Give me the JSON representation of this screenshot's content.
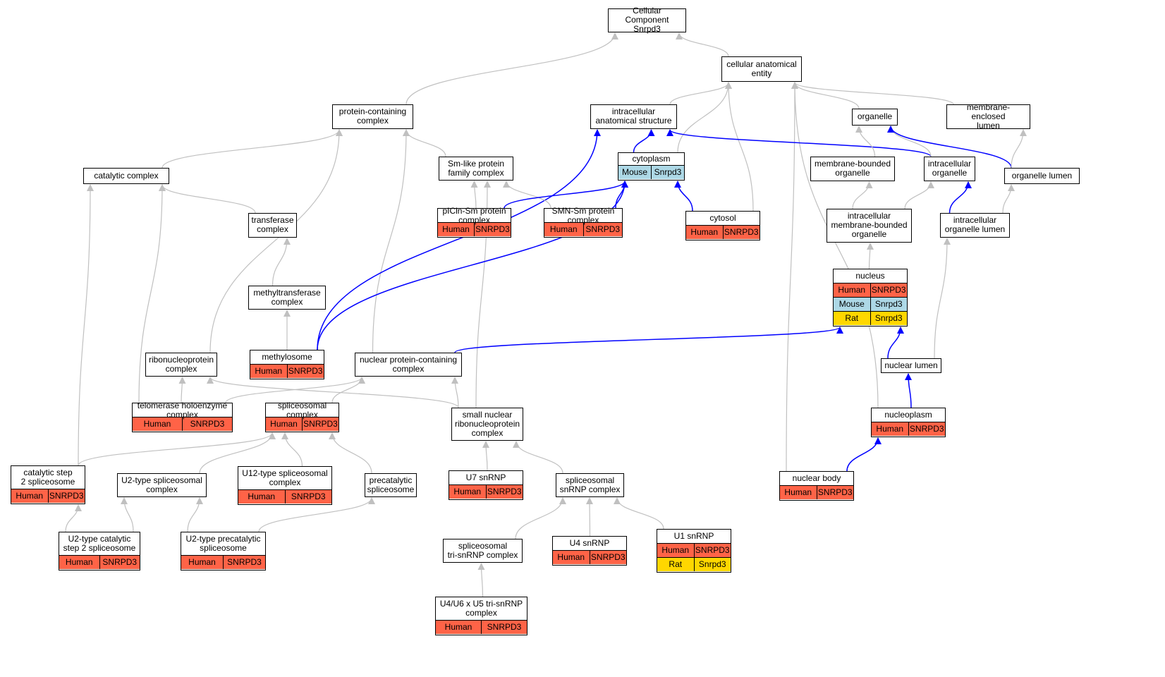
{
  "colors": {
    "gray_edge": "#c0c0c0",
    "blue_edge": "#0000ff",
    "human": "#ff6347",
    "mouse": "#add8e6",
    "rat": "#ffd700"
  },
  "nodes": {
    "root": {
      "label": "Cellular Component\nSnrpd3",
      "rows": []
    },
    "cae": {
      "label": "cellular anatomical\nentity",
      "rows": []
    },
    "pcc": {
      "label": "protein-containing\ncomplex",
      "rows": []
    },
    "ias": {
      "label": "intracellular\nanatomical structure",
      "rows": []
    },
    "org": {
      "label": "organelle",
      "rows": []
    },
    "mel": {
      "label": "membrane-enclosed\nlumen",
      "rows": []
    },
    "cat": {
      "label": "catalytic complex",
      "rows": []
    },
    "sml": {
      "label": "Sm-like protein\nfamily complex",
      "rows": []
    },
    "cyto": {
      "label": "cytoplasm",
      "rows": [
        [
          "Mouse",
          "Snrpd3",
          "mouse"
        ]
      ]
    },
    "mbo": {
      "label": "membrane-bounded\norganelle",
      "rows": []
    },
    "io": {
      "label": "intracellular\norganelle",
      "rows": []
    },
    "ol": {
      "label": "organelle lumen",
      "rows": []
    },
    "tc": {
      "label": "transferase\ncomplex",
      "rows": []
    },
    "picln": {
      "label": "pICln-Sm protein\ncomplex",
      "rows": [
        [
          "Human",
          "SNRPD3",
          "human"
        ]
      ]
    },
    "smn": {
      "label": "SMN-Sm protein\ncomplex",
      "rows": [
        [
          "Human",
          "SNRPD3",
          "human"
        ]
      ]
    },
    "cytosol": {
      "label": "cytosol",
      "rows": [
        [
          "Human",
          "SNRPD3",
          "human"
        ]
      ]
    },
    "imbo": {
      "label": "intracellular\nmembrane-bounded\norganelle",
      "rows": []
    },
    "iol": {
      "label": "intracellular\norganelle lumen",
      "rows": []
    },
    "mtc": {
      "label": "methyltransferase\ncomplex",
      "rows": []
    },
    "nucleus": {
      "label": "nucleus",
      "rows": [
        [
          "Human",
          "SNRPD3",
          "human"
        ],
        [
          "Mouse",
          "Snrpd3",
          "mouse"
        ],
        [
          "Rat",
          "Snrpd3",
          "rat"
        ]
      ]
    },
    "mthl": {
      "label": "methylosome",
      "rows": [
        [
          "Human",
          "SNRPD3",
          "human"
        ]
      ]
    },
    "rnp": {
      "label": "ribonucleoprotein\ncomplex",
      "rows": []
    },
    "npc": {
      "label": "nuclear protein-containing\ncomplex",
      "rows": []
    },
    "nl": {
      "label": "nuclear lumen",
      "rows": []
    },
    "tel": {
      "label": "telomerase holoenzyme\ncomplex",
      "rows": [
        [
          "Human",
          "SNRPD3",
          "human"
        ]
      ]
    },
    "spl": {
      "label": "spliceosomal\ncomplex",
      "rows": [
        [
          "Human",
          "SNRPD3",
          "human"
        ]
      ]
    },
    "snrnp": {
      "label": "small nuclear\nribonucleoprotein\ncomplex",
      "rows": []
    },
    "np": {
      "label": "nucleoplasm",
      "rows": [
        [
          "Human",
          "SNRPD3",
          "human"
        ]
      ]
    },
    "cs2": {
      "label": "catalytic step\n2 spliceosome",
      "rows": [
        [
          "Human",
          "SNRPD3",
          "human"
        ]
      ]
    },
    "u2s": {
      "label": "U2-type spliceosomal\ncomplex",
      "rows": []
    },
    "u12": {
      "label": "U12-type spliceosomal\ncomplex",
      "rows": [
        [
          "Human",
          "SNRPD3",
          "human"
        ]
      ]
    },
    "pcs": {
      "label": "precatalytic\nspliceosome",
      "rows": []
    },
    "u7": {
      "label": "U7 snRNP",
      "rows": [
        [
          "Human",
          "SNRPD3",
          "human"
        ]
      ]
    },
    "ssc": {
      "label": "spliceosomal\nsnRNP complex",
      "rows": []
    },
    "nb": {
      "label": "nuclear body",
      "rows": [
        [
          "Human",
          "SNRPD3",
          "human"
        ]
      ]
    },
    "u2cs": {
      "label": "U2-type catalytic\nstep 2 spliceosome",
      "rows": [
        [
          "Human",
          "SNRPD3",
          "human"
        ]
      ]
    },
    "u2ps": {
      "label": "U2-type precatalytic\nspliceosome",
      "rows": [
        [
          "Human",
          "SNRPD3",
          "human"
        ]
      ]
    },
    "tri": {
      "label": "spliceosomal\ntri-snRNP complex",
      "rows": []
    },
    "u4": {
      "label": "U4 snRNP",
      "rows": [
        [
          "Human",
          "SNRPD3",
          "human"
        ]
      ]
    },
    "u1": {
      "label": "U1 snRNP",
      "rows": [
        [
          "Human",
          "SNRPD3",
          "human"
        ],
        [
          "Rat",
          "Snrpd3",
          "rat"
        ]
      ]
    },
    "u4u6": {
      "label": "U4/U6 x U5 tri-snRNP\ncomplex",
      "rows": [
        [
          "Human",
          "SNRPD3",
          "human"
        ]
      ]
    }
  },
  "edges": [
    {
      "from": "cae",
      "to": "root",
      "type": "gray"
    },
    {
      "from": "pcc",
      "to": "root",
      "type": "gray"
    },
    {
      "from": "ias",
      "to": "cae",
      "type": "gray"
    },
    {
      "from": "org",
      "to": "cae",
      "type": "gray"
    },
    {
      "from": "mel",
      "to": "cae",
      "type": "gray"
    },
    {
      "from": "cyto",
      "to": "cae",
      "type": "gray"
    },
    {
      "from": "cytosol",
      "to": "cae",
      "type": "gray"
    },
    {
      "from": "nb",
      "to": "cae",
      "type": "gray"
    },
    {
      "from": "np",
      "to": "cae",
      "type": "gray"
    },
    {
      "from": "cat",
      "to": "pcc",
      "type": "gray"
    },
    {
      "from": "sml",
      "to": "pcc",
      "type": "gray"
    },
    {
      "from": "rnp",
      "to": "pcc",
      "type": "gray"
    },
    {
      "from": "npc",
      "to": "pcc",
      "type": "gray"
    },
    {
      "from": "cyto",
      "to": "ias",
      "type": "blue"
    },
    {
      "from": "io",
      "to": "ias",
      "type": "blue"
    },
    {
      "from": "mthl",
      "to": "ias",
      "type": "blue"
    },
    {
      "from": "mbo",
      "to": "org",
      "type": "gray"
    },
    {
      "from": "io",
      "to": "org",
      "type": "gray"
    },
    {
      "from": "ol",
      "to": "org",
      "type": "blue"
    },
    {
      "from": "ol",
      "to": "mel",
      "type": "gray"
    },
    {
      "from": "tc",
      "to": "cat",
      "type": "gray"
    },
    {
      "from": "tel",
      "to": "cat",
      "type": "gray"
    },
    {
      "from": "cs2",
      "to": "cat",
      "type": "gray"
    },
    {
      "from": "picln",
      "to": "sml",
      "type": "gray"
    },
    {
      "from": "smn",
      "to": "sml",
      "type": "gray"
    },
    {
      "from": "snrnp",
      "to": "sml",
      "type": "gray"
    },
    {
      "from": "picln",
      "to": "cyto",
      "type": "blue"
    },
    {
      "from": "smn",
      "to": "cyto",
      "type": "blue"
    },
    {
      "from": "cytosol",
      "to": "cyto",
      "type": "blue"
    },
    {
      "from": "mthl",
      "to": "cyto",
      "type": "blue"
    },
    {
      "from": "imbo",
      "to": "mbo",
      "type": "gray"
    },
    {
      "from": "imbo",
      "to": "io",
      "type": "gray"
    },
    {
      "from": "iol",
      "to": "io",
      "type": "blue"
    },
    {
      "from": "iol",
      "to": "ol",
      "type": "gray"
    },
    {
      "from": "nucleus",
      "to": "imbo",
      "type": "gray"
    },
    {
      "from": "nl",
      "to": "iol",
      "type": "gray"
    },
    {
      "from": "mtc",
      "to": "tc",
      "type": "gray"
    },
    {
      "from": "mthl",
      "to": "mtc",
      "type": "gray"
    },
    {
      "from": "npc",
      "to": "nucleus",
      "type": "blue"
    },
    {
      "from": "nl",
      "to": "nucleus",
      "type": "blue"
    },
    {
      "from": "tel",
      "to": "rnp",
      "type": "gray"
    },
    {
      "from": "snrnp",
      "to": "rnp",
      "type": "gray"
    },
    {
      "from": "tel",
      "to": "npc",
      "type": "gray"
    },
    {
      "from": "spl",
      "to": "npc",
      "type": "gray"
    },
    {
      "from": "snrnp",
      "to": "npc",
      "type": "gray"
    },
    {
      "from": "np",
      "to": "nl",
      "type": "blue"
    },
    {
      "from": "cs2",
      "to": "spl",
      "type": "gray"
    },
    {
      "from": "u2s",
      "to": "spl",
      "type": "gray"
    },
    {
      "from": "u12",
      "to": "spl",
      "type": "gray"
    },
    {
      "from": "pcs",
      "to": "spl",
      "type": "gray"
    },
    {
      "from": "u7",
      "to": "snrnp",
      "type": "gray"
    },
    {
      "from": "ssc",
      "to": "snrnp",
      "type": "gray"
    },
    {
      "from": "nb",
      "to": "np",
      "type": "blue"
    },
    {
      "from": "u2cs",
      "to": "cs2",
      "type": "gray"
    },
    {
      "from": "u2cs",
      "to": "u2s",
      "type": "gray"
    },
    {
      "from": "u2ps",
      "to": "u2s",
      "type": "gray"
    },
    {
      "from": "u2ps",
      "to": "pcs",
      "type": "gray"
    },
    {
      "from": "tri",
      "to": "ssc",
      "type": "gray"
    },
    {
      "from": "u4",
      "to": "ssc",
      "type": "gray"
    },
    {
      "from": "u1",
      "to": "ssc",
      "type": "gray"
    },
    {
      "from": "u4u6",
      "to": "tri",
      "type": "gray"
    }
  ]
}
